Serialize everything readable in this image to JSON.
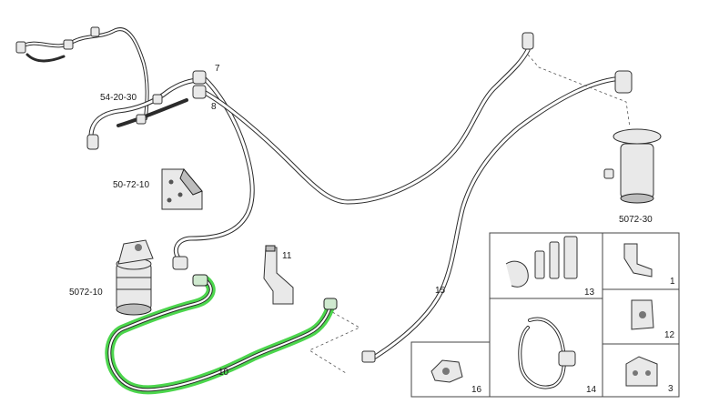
{
  "colors": {
    "highlight": "#39d23a",
    "line": "#2b2b2b",
    "background": "#ffffff"
  },
  "parts": {
    "p1": {
      "label": "1"
    },
    "p3": {
      "label": "3"
    },
    "p7": {
      "label": "7"
    },
    "p8": {
      "label": "8"
    },
    "p10": {
      "label": "10",
      "highlighted": true
    },
    "p11": {
      "label": "11"
    },
    "p12": {
      "label": "12"
    },
    "p13": {
      "label": "13"
    },
    "p14": {
      "label": "14"
    },
    "p15": {
      "label": "15"
    },
    "p16": {
      "label": "16"
    }
  },
  "references": {
    "r1": "54-20-30",
    "r2": "50-72-10",
    "r3": "5072-10",
    "r4": "5072-30"
  }
}
